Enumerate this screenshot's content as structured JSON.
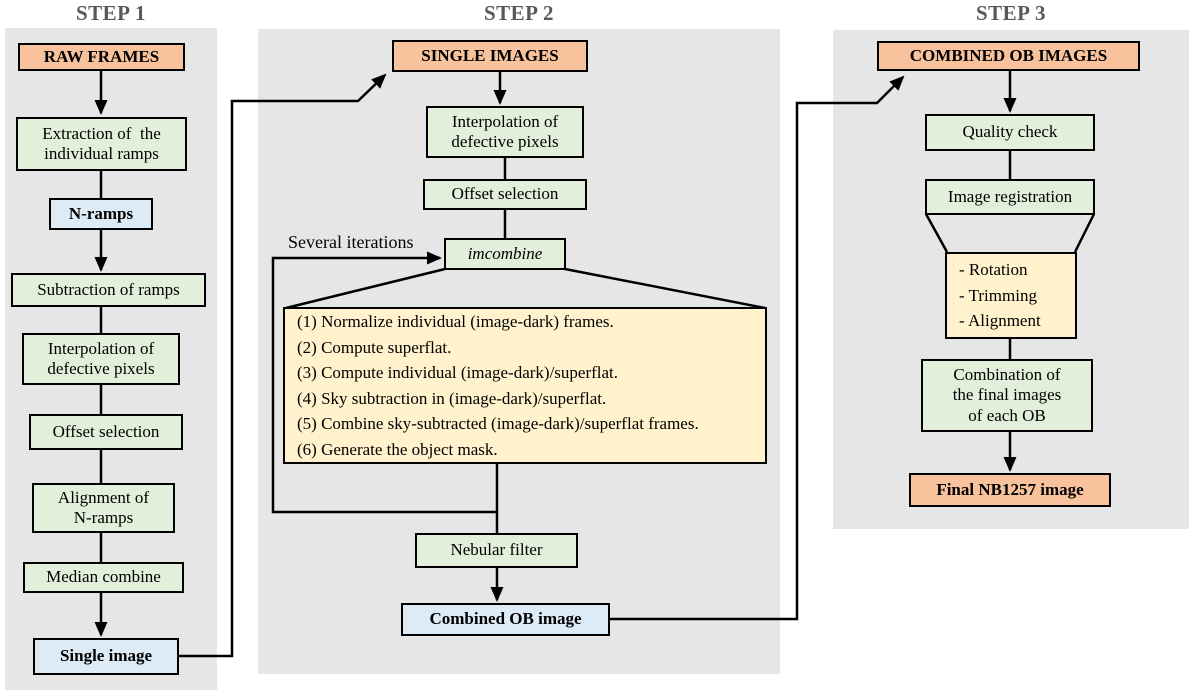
{
  "diagram": {
    "colors": {
      "io_box": "#F7C29C",
      "process_box": "#E2EFDA",
      "intermediate_box": "#DDEBF7",
      "detail_box": "#FFF2CC",
      "panel_background": "#E7E6E6",
      "step_title_text": "#595959",
      "line": "#000000"
    },
    "steps": [
      {
        "title": "STEP 1",
        "raw_frames": "RAW FRAMES",
        "extraction": "Extraction of  the\nindividual ramps",
        "n_ramps": "N-ramps",
        "subtraction": "Subtraction of ramps",
        "interpolation": "Interpolation of\ndefective pixels",
        "offset": "Offset selection",
        "alignment": "Alignment of\nN-ramps",
        "median": "Median combine",
        "single_image": "Single image"
      },
      {
        "title": "STEP 2",
        "single_images": "SINGLE IMAGES",
        "interpolation": "Interpolation of\ndefective pixels",
        "offset": "Offset selection",
        "iterations_label": "Several iterations",
        "imcombine": "imcombine",
        "procedure": "(1) Normalize individual (image-dark) frames.\n(2) Compute superflat.\n(3) Compute individual (image-dark)/superflat.\n(4) Sky subtraction in (image-dark)/superflat.\n(5) Combine sky-subtracted (image-dark)/superflat frames.\n(6) Generate the object mask.",
        "nebular_filter": "Nebular filter",
        "combined_ob_image": "Combined OB image"
      },
      {
        "title": "STEP 3",
        "combined_ob_images": "COMBINED OB IMAGES",
        "quality_check": "Quality check",
        "image_registration": "Image registration",
        "operations": "- Rotation\n- Trimming\n- Alignment",
        "combination": "Combination of\nthe final images\nof each OB",
        "final_image": "Final NB1257 image"
      }
    ]
  }
}
